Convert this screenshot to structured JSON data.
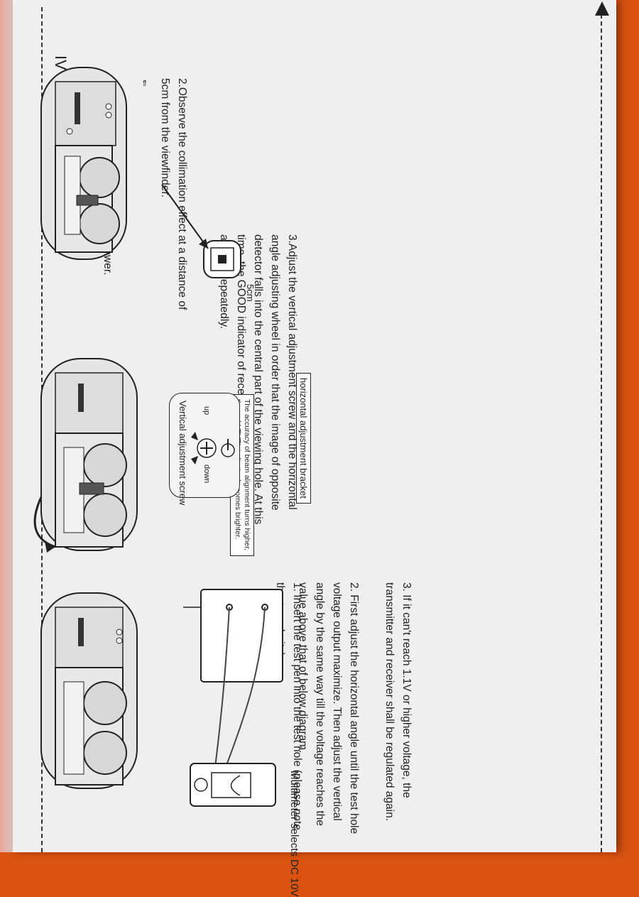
{
  "manual": {
    "section_title": "IV Beam alignment",
    "steps_left": [
      "1.Remove the cover and connect power.",
      "2.Observe the collimation effect at a distance of 5cm from the viewfinder.",
      "3.Adjust the vertical adjustment screw and the horizontal angle adjusting wheel in order that the image of opposite detector falls into the central part of the viewing hole. At this time, the GOOD indicator of receiver shall light up; if not, adjust it repeatedly."
    ],
    "distance_label": "5cm",
    "vertical_panel": {
      "title": "Vertical adjustment screw",
      "down_label": "down",
      "up_label": "up"
    },
    "accuracy_note": "The accuracy of beam alignment turns higher, the red LEVEL indicator becomes brighter.",
    "horizontal_bracket_label": "horizontal adjustment bracket",
    "steps_right": [
      "1. Insert the test pen into the test hole (please note the  +,-  polarity)",
      "2. First adjust the horizontal angle until the test hole voltage output maximize. Then adjust the vertical angle by the same way till the voltage reaches the value above that of below diagram.",
      "3. If it can't reach 1.1V or higher voltage, the transmitter and receiver shall be regulated again."
    ],
    "multimeter_caption": "Multimeter selects DC 10V"
  }
}
